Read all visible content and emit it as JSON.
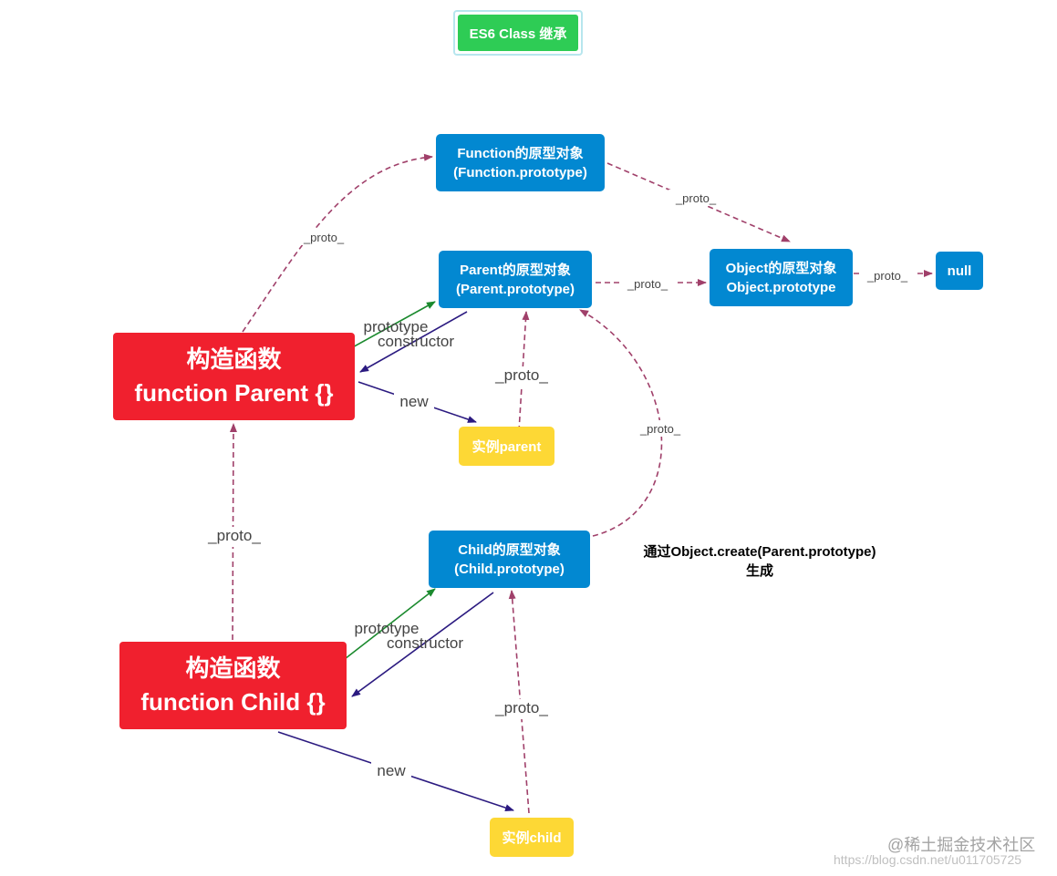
{
  "title": "ES6 Class 继承",
  "nodes": {
    "function_proto": [
      "Function的原型对象",
      "(Function.prototype)"
    ],
    "parent_proto": [
      "Parent的原型对象",
      "(Parent.prototype)"
    ],
    "object_proto": [
      "Object的原型对象",
      "Object.prototype"
    ],
    "null_node": "null",
    "parent_ctor": [
      "构造函数",
      "function Parent {}"
    ],
    "parent_instance": "实例parent",
    "child_proto": [
      "Child的原型对象",
      "(Child.prototype)"
    ],
    "child_ctor": [
      "构造函数",
      "function Child {}"
    ],
    "child_instance": "实例child"
  },
  "edge_labels": {
    "proto": "_proto_",
    "prototype": "prototype",
    "constructor": "constructor",
    "new": "new"
  },
  "note": [
    "通过Object.create(Parent.prototype)",
    "生成"
  ],
  "watermark": [
    "@稀土掘金技术社区",
    "https://blog.csdn.net/u011705725"
  ],
  "colors": {
    "node_blue": "#0288d1",
    "node_red": "#f0202e",
    "node_yellow": "#fdd835",
    "title_green": "#2ecc55",
    "edge_proto": "#a0406a",
    "edge_prototype": "#1b8a2e",
    "edge_navy": "#2b1a80"
  }
}
